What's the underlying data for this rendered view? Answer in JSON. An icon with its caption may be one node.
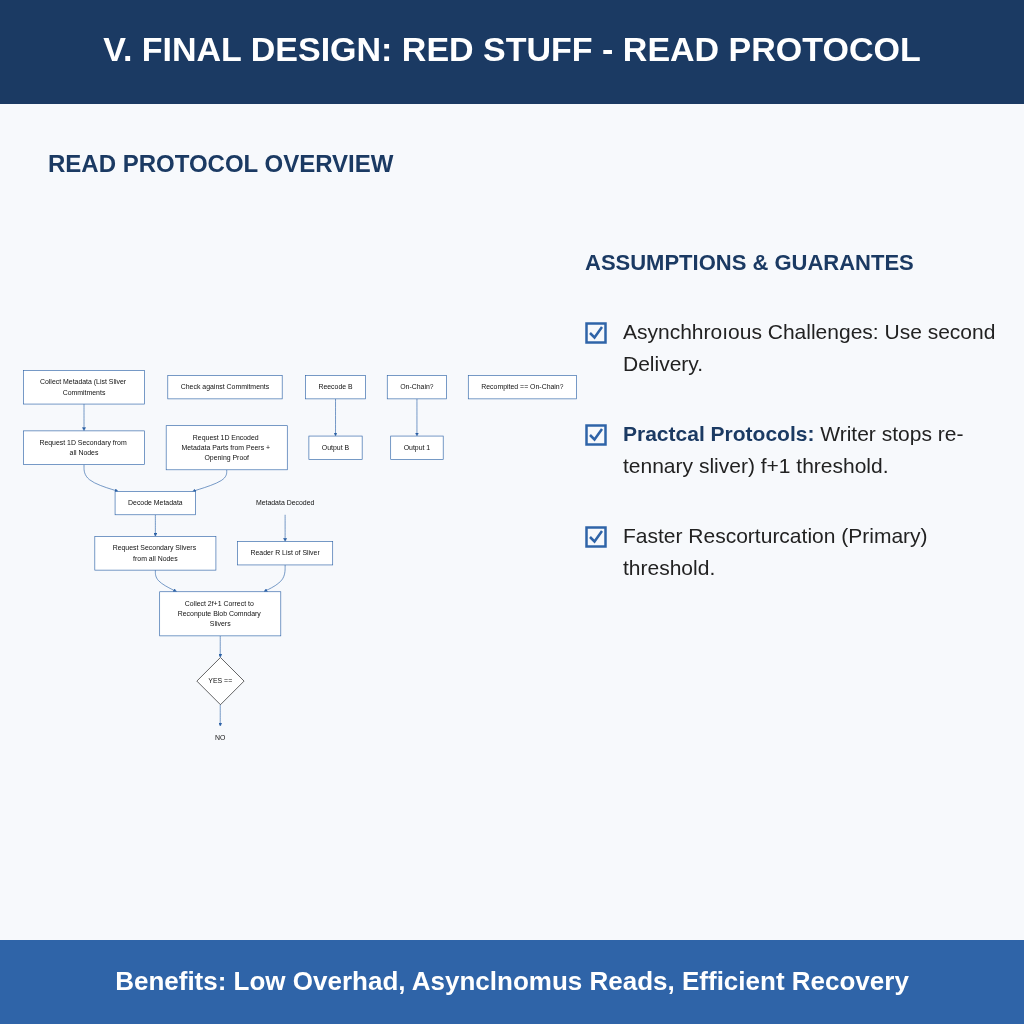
{
  "diagram": {
    "title": "V. FINAL DESIGN: RED STUFF - READ PROTOCOL",
    "nodes": [
      {
        "text": [
          "Collect Metadata (List Sliver Commitments"
        ]
      },
      {
        "text": [
          "Request 1D Secondary from all Nodes"
        ]
      },
      {
        "text": [
          "Request 1D Encoded Metadata Parts from Peers + Opening Proof"
        ]
      },
      {
        "text": [
          "Decode Metadata"
        ]
      },
      {
        "text": [
          "Check against Commitments"
        ]
      },
      {
        "text": [
          "Metadata Decoded"
        ]
      },
      {
        "text": [
          "Reader R List of Sliver"
        ]
      },
      {
        "text": [
          "Request Secondary Slivers from all Nodes"
        ]
      },
      {
        "text": [
          "Collect 2f+1 Correct to Reconpute Blob Comndary Slivers"
        ]
      },
      {
        "text": [
          "YES =="
        ]
      },
      {
        "text": [
          "Reecode B"
        ]
      },
      {
        "text": [
          "On-Chain?"
        ]
      },
      {
        "text": [
          "Output B"
        ]
      },
      {
        "text": [
          "NO"
        ]
      },
      {
        "text": [
          "Output 1"
        ]
      },
      {
        "text": [
          "Recompited == On-Chain?"
        ]
      }
    ],
    "edges": [
      {
        "from": 0,
        "to": 1,
        "arrow": "to"
      },
      {
        "from": 1,
        "to": 3,
        "arrow": "to"
      },
      {
        "from": 2,
        "to": 3,
        "arrow": "to"
      },
      {
        "from": 3,
        "to": 7,
        "arrow": "to"
      },
      {
        "from": 5,
        "to": 6,
        "arrow": "to"
      },
      {
        "from": 7,
        "to": 8,
        "arrow": "to"
      },
      {
        "from": 6,
        "to": 8,
        "arrow": "to"
      },
      {
        "from": 8,
        "to": 9,
        "arrow": "to"
      },
      {
        "from": 10,
        "to": 12,
        "arrow": "to"
      },
      {
        "from": 9,
        "to": 13,
        "arrow": "to"
      },
      {
        "from": 11,
        "to": 14,
        "arrow": "to"
      }
    ],
    "labels": [
      "READ PROTOCOL OVERVIEW",
      "ASSUMPTIONS & GUARANTES",
      "Asynchhroıous Challenges: Use second Delivery.",
      "**Practcal Protocols:** Writer stops re- tennary sliver) f+1 threshold.",
      "Faster Rescorturcation (Primary) threshold.",
      "Benefits: Low Overhad, Asynclnomus Reads, Efficient Recovery"
    ]
  }
}
